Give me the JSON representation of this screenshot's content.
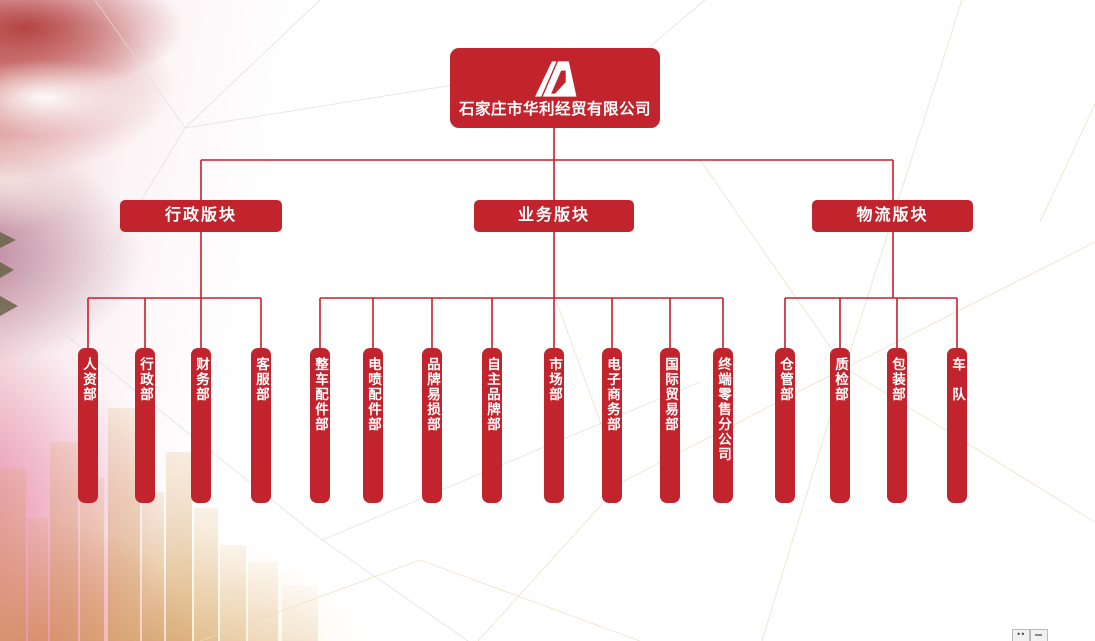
{
  "colors": {
    "brand_red": "#c2242e",
    "line_red": "#c5212b"
  },
  "company": {
    "name": "石家庄市华利经贸有限公司",
    "logo": "huali-tower-mark"
  },
  "divisions": [
    {
      "label": "行政版块",
      "departments": [
        "人资部",
        "行政部",
        "财务部",
        "客服部"
      ]
    },
    {
      "label": "业务版块",
      "departments": [
        "整车配件部",
        "电喷配件部",
        "品牌易损部",
        "自主品牌部",
        "市场部",
        "电子商务部",
        "国际贸易部",
        "终端零售分公司"
      ]
    },
    {
      "label": "物流版块",
      "departments": [
        "仓管部",
        "质检部",
        "包装部",
        "车　队"
      ]
    }
  ]
}
